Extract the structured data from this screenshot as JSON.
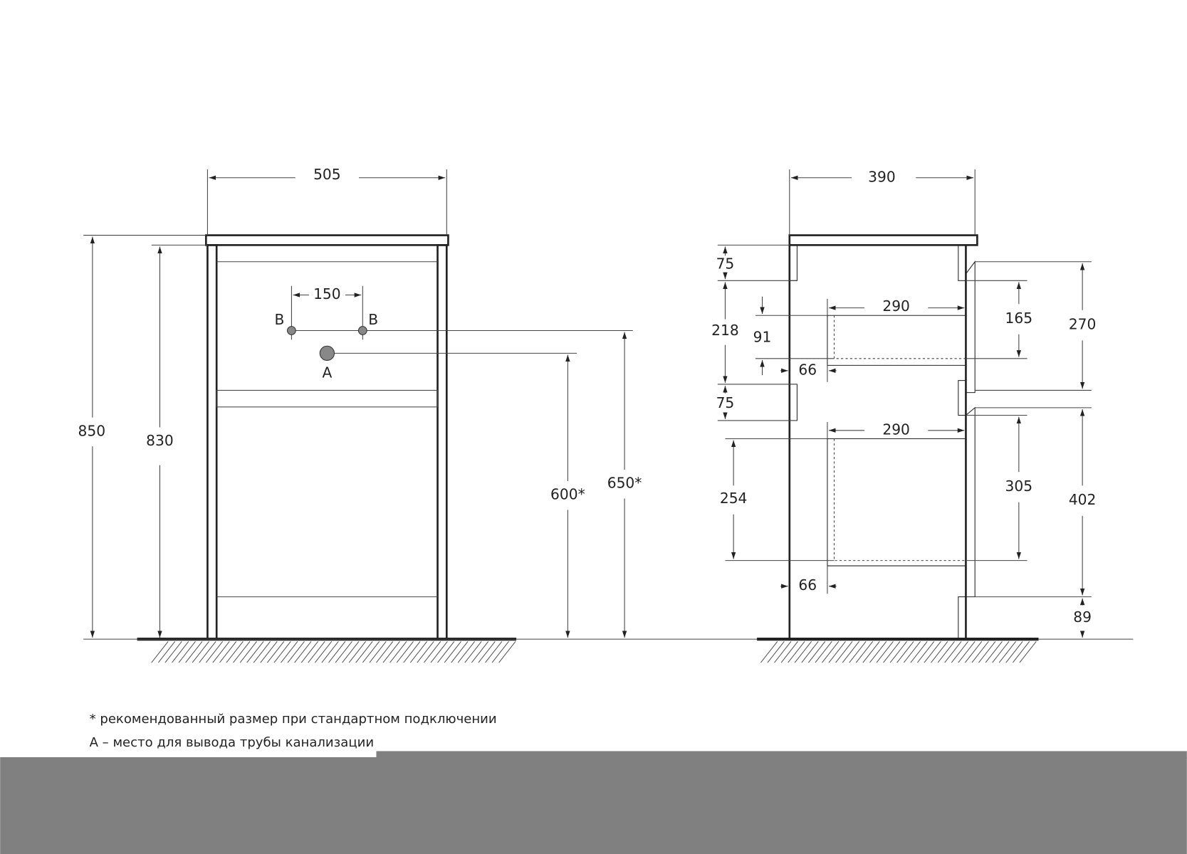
{
  "front_view": {
    "width": "505",
    "height_total": "850",
    "height_body": "830",
    "outlet_spacing": "150",
    "label_b_left": "B",
    "label_b_right": "B",
    "label_a": "A",
    "drain_height": "600*",
    "water_height": "650*"
  },
  "side_view": {
    "depth": "390",
    "top_rail": "75",
    "gap_upper": "218",
    "mid_rail": "75",
    "drawer_offset": "91",
    "upper_drawer_inset": "66",
    "lower_drawer_inset": "66",
    "upper_drawer_depth": "290",
    "lower_drawer_depth": "290",
    "lower_drawer_height_left": "254",
    "upper_drawer_height": "165",
    "lower_drawer_height": "305",
    "upper_section": "270",
    "lower_section": "402",
    "plinth": "89"
  },
  "notes": [
    "* рекомендованный размер при стандартном подключении",
    "A – место для вывода трубы канализации"
  ],
  "colors": {
    "line": "#222222",
    "overlay": "#808080"
  }
}
